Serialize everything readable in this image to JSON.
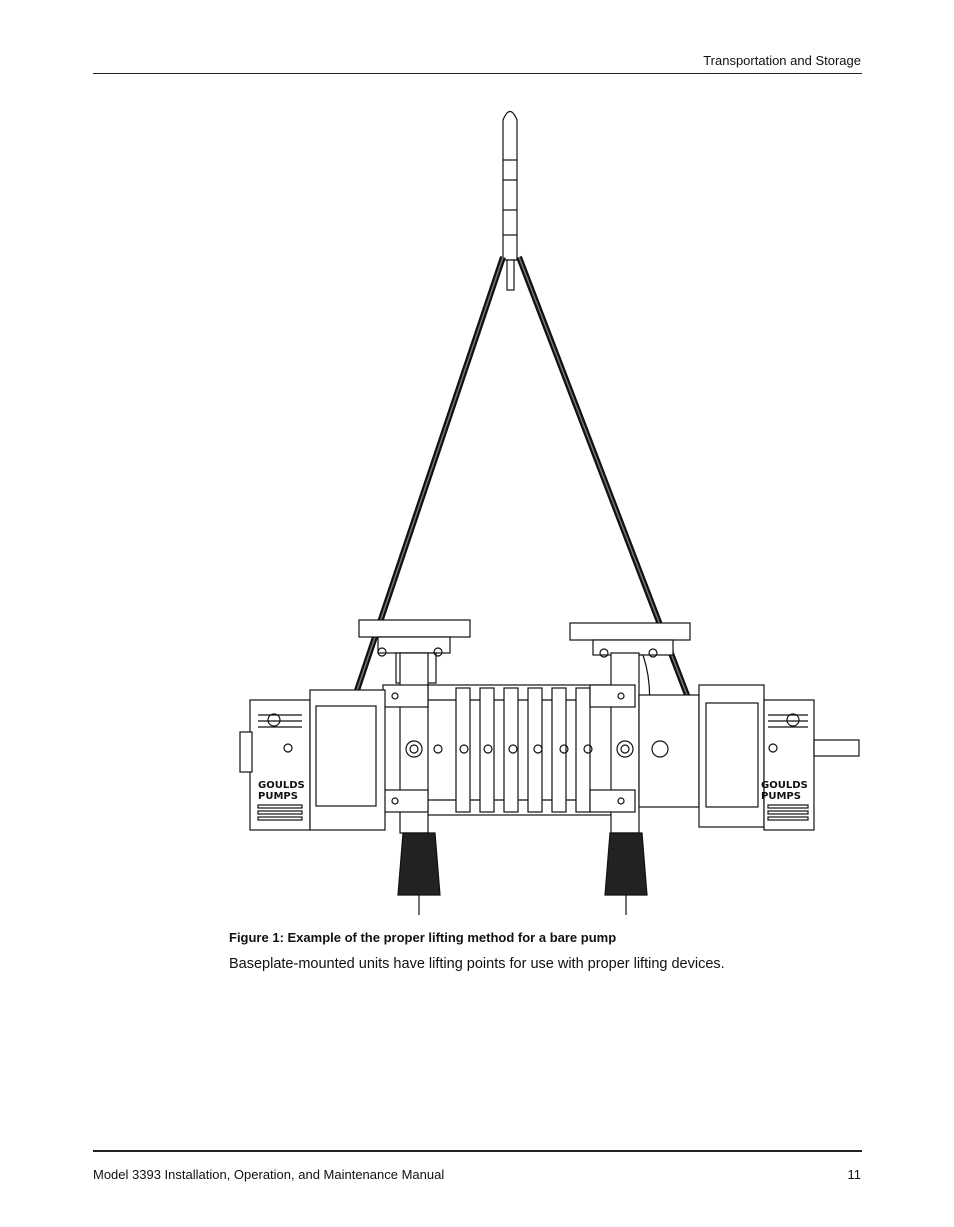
{
  "header": {
    "section_title": "Transportation and Storage"
  },
  "figure": {
    "caption": "Figure 1: Example of the proper lifting method for a bare pump",
    "logo_left": [
      "GOULDS",
      "PUMPS"
    ],
    "logo_right": [
      "GOULDS",
      "PUMPS"
    ]
  },
  "body": {
    "paragraph": "Baseplate-mounted units have lifting points for use with proper lifting devices."
  },
  "footer": {
    "manual_title": "Model 3393 Installation, Operation, and Maintenance Manual",
    "page_number": "11"
  }
}
